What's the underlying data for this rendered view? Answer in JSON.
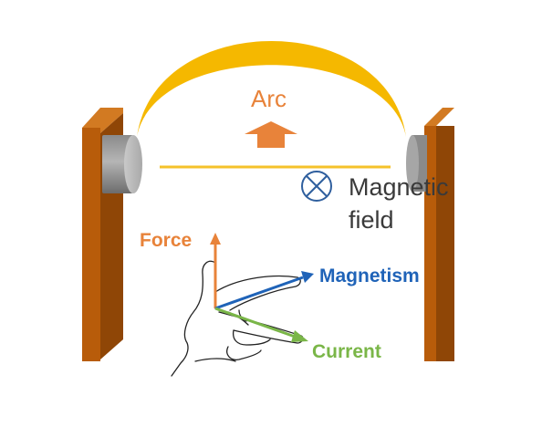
{
  "labels": {
    "arc": "Arc",
    "magnetic_field_line1": "Magnetic",
    "magnetic_field_line2": "field",
    "force": "Force",
    "magnetism": "Magnetism",
    "current": "Current"
  },
  "icons": {
    "field_symbol": "field-into-page-icon",
    "arc_arrow": "up-arrow-icon"
  },
  "colors": {
    "arc": "#f5b800",
    "wire": "#f5c22a",
    "posts": "#b85c0a",
    "electrodes": "#8c8c8c",
    "force": "#e8833a",
    "magnetism": "#1f63b8",
    "current": "#7ab648",
    "field_symbol": "#2f5f9e"
  }
}
